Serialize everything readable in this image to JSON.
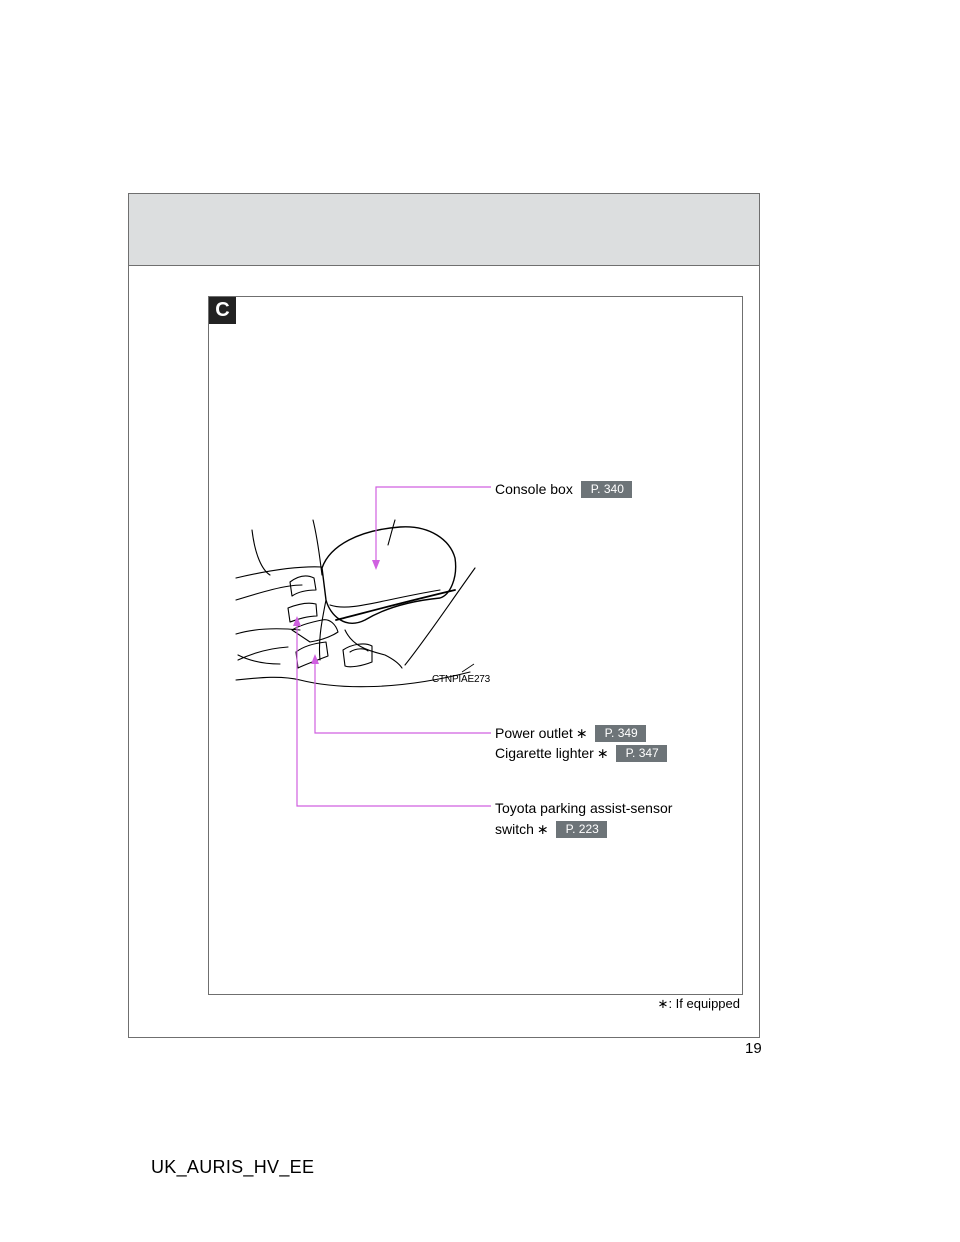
{
  "section": {
    "tag": "C"
  },
  "callouts": {
    "console_box": {
      "label": "Console box",
      "page_ref": "P. 340"
    },
    "power_outlet": {
      "label": "Power outlet",
      "page_ref": "P. 349"
    },
    "cigarette_lighter": {
      "label": "Cigarette lighter",
      "page_ref": "P. 347"
    },
    "parking_sensor": {
      "label_line1": "Toyota parking assist-sensor",
      "label_line2": "switch",
      "page_ref": "P. 223"
    }
  },
  "illustration": {
    "ref_code": "CTNPIAE273"
  },
  "footnote": {
    "star": "∗",
    "text": ": If equipped"
  },
  "page": {
    "number": "19",
    "doc_code": "UK_AURIS_HV_EE"
  },
  "colors": {
    "leader_line": "#d060e0",
    "page_ref_bg": "#6d7478",
    "header_band": "#dcdedf"
  }
}
